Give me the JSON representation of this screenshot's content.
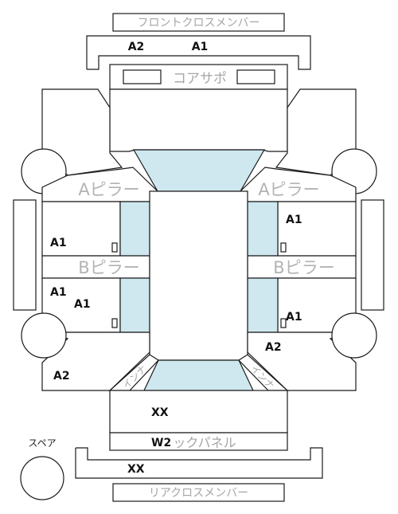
{
  "diagram": {
    "labels": {
      "front_cross_member": "フロントクロスメンバー",
      "core_support": "コアサポ",
      "a_pillar": "Aピラー",
      "b_pillar": "Bピラー",
      "back_panel": "ックパネル",
      "rear_cross_member": "リアクロスメンバー",
      "spare": "スペア",
      "inner_left": "インナ",
      "inner_right": "インナ"
    },
    "grades": {
      "front_member_left": "A2",
      "front_member_right": "A1",
      "right_front_door": "A1",
      "left_front_door": "A1",
      "left_rear_door_1": "A1",
      "left_rear_door_2": "A1",
      "right_rear_door": "A1",
      "right_quarter": "A2",
      "left_quarter": "A2",
      "trunk": "XX",
      "back_panel": "W2",
      "rear_member": "XX"
    }
  }
}
